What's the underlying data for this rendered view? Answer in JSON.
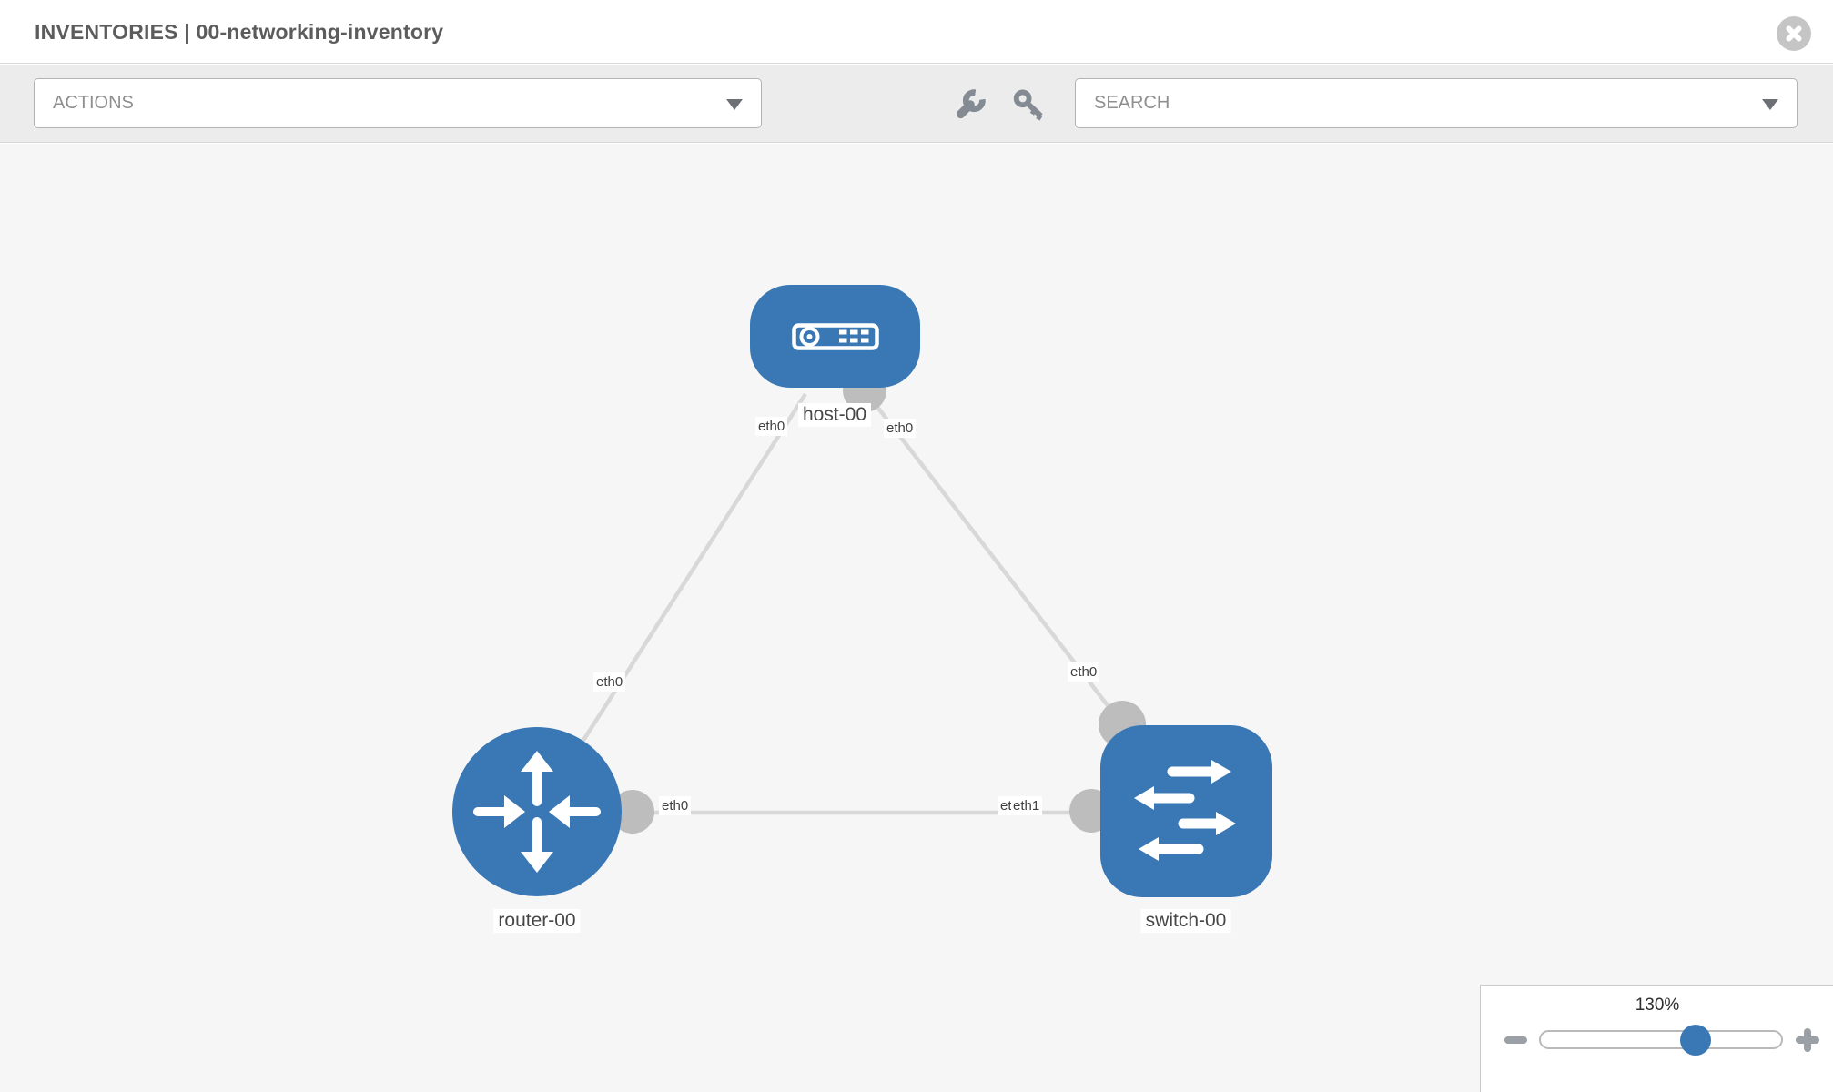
{
  "header": {
    "title": "INVENTORIES | 00-networking-inventory",
    "close_icon": "circle-x"
  },
  "toolbar": {
    "actions_label": "ACTIONS",
    "search_label": "SEARCH",
    "icons": [
      "wrench",
      "key"
    ]
  },
  "diagram": {
    "nodes": [
      {
        "id": "host-00",
        "type": "host",
        "label": "host-00"
      },
      {
        "id": "router-00",
        "type": "router",
        "label": "router-00"
      },
      {
        "id": "switch-00",
        "type": "switch",
        "label": "switch-00"
      }
    ],
    "edges": [
      {
        "from": "router-00",
        "to": "host-00",
        "from_interface": "eth0",
        "to_interface": "eth0"
      },
      {
        "from": "switch-00",
        "to": "host-00",
        "from_interface": "eth0",
        "to_interface": "eth0"
      },
      {
        "from": "router-00",
        "to": "switch-00",
        "from_interface": "eth0",
        "to_interface": "eth1",
        "occluded_label": "eth0"
      }
    ],
    "colors": {
      "node_fill": "#3978b5",
      "endpoint_fill": "#bdbdbd",
      "edge_stroke": "#d8d8d8",
      "canvas_background": "#f6f6f6"
    }
  },
  "zoom_control": {
    "level": "130%",
    "minus_icon": "minus",
    "plus_icon": "plus"
  }
}
